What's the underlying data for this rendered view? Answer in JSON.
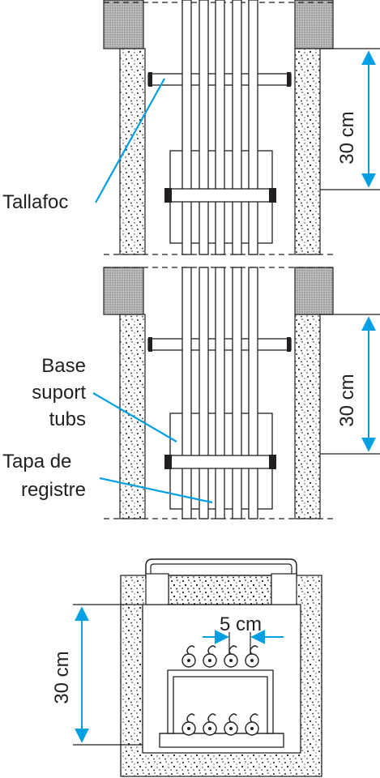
{
  "labels": {
    "tallafoc": "Tallafoc",
    "base_line1": "Base",
    "base_line2": "suport",
    "base_line3": "tubs",
    "tapa_line1": "Tapa de",
    "tapa_line2": "registre"
  },
  "dimensions": {
    "height_top": "30 cm",
    "height_middle": "30 cm",
    "height_bottom": "30 cm",
    "tube_spacing": "5 cm"
  },
  "colors": {
    "stroke": "#231f20",
    "leader": "#00a0e3",
    "dimension_arrow": "#00a0e3",
    "slab": "#a7a9ac",
    "bracket": "#231f20"
  }
}
